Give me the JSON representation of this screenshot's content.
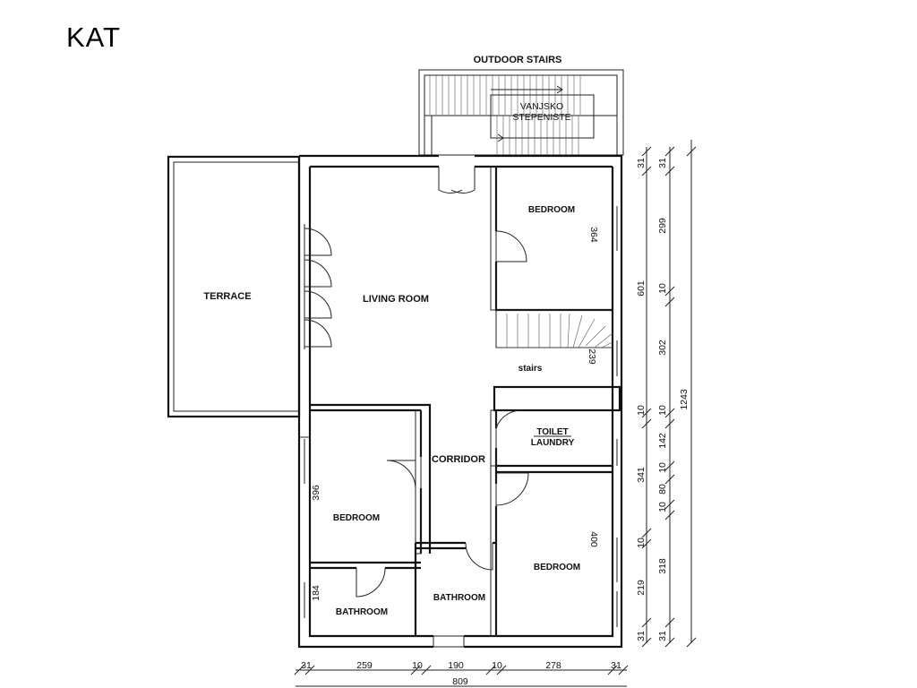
{
  "title": "KAT",
  "rooms": {
    "outdoor_stairs": "OUTDOOR STAIRS",
    "vanjsko_1": "VANJSKO",
    "vanjsko_2": "STEPENISTE",
    "terrace": "TERRACE",
    "living_room": "LIVING ROOM",
    "bedroom_ne": "BEDROOM",
    "stairs": "stairs",
    "toilet": "TOILET",
    "laundry": "LAUNDRY",
    "corridor": "CORRIDOR",
    "bedroom_w": "BEDROOM",
    "bedroom_se": "BEDROOM",
    "bathroom_w": "BATHROOM",
    "bathroom_c": "BATHROOM"
  },
  "inner_dims": {
    "bedroom_ne_width": "364",
    "stairs_width": "239",
    "bedroom_w_width": "396",
    "bathroom_w_width": "184",
    "bedroom_se_width": "400"
  },
  "right_dims_col1": {
    "d1": "31",
    "d2": "601",
    "d3": "10",
    "d4": "341",
    "d5": "10",
    "d6": "219",
    "d7": "31"
  },
  "right_dims_col2": {
    "d1": "31",
    "d2": "299",
    "d3": "10",
    "d4": "302",
    "d5": "10",
    "d6": "142",
    "d7": "10",
    "d8": "80",
    "d9": "10",
    "d10": "318",
    "d11": "31"
  },
  "right_dims_total": "1243",
  "bottom_dims": {
    "d1": "31",
    "d2": "259",
    "d3": "10",
    "d4": "190",
    "d5": "10",
    "d6": "278",
    "d7": "31"
  },
  "bottom_total": "809",
  "colors": {
    "line": "#111111",
    "background": "#ffffff"
  }
}
